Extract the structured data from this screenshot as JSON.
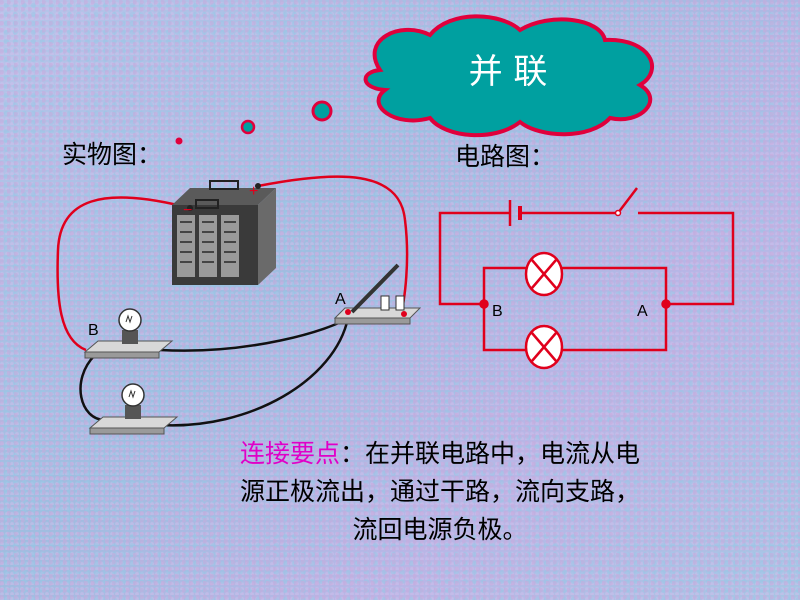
{
  "title": "并 联",
  "labels": {
    "physical": "实物图：",
    "circuit": "电路图："
  },
  "physical_diagram": {
    "point_a": "A",
    "point_b": "B",
    "battery_minus": "−",
    "battery_plus": "+"
  },
  "circuit_diagram": {
    "point_a": "A",
    "point_b": "B"
  },
  "note": {
    "highlight": "连接要点",
    "line1_rest": "：在并联电路中，电流从电",
    "line2": "源正极流出，通过干路，流向支路，",
    "line3": "流回电源负极。"
  },
  "colors": {
    "wire_red": "#e0001c",
    "title_bubble": "#00a0a0",
    "highlight": "#e000c8"
  }
}
